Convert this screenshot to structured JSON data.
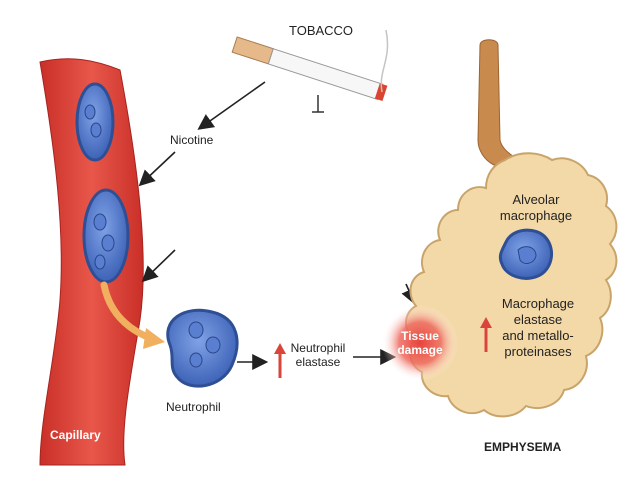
{
  "labels": {
    "tobacco": "TOBACCO",
    "nicotine": "Nicotine",
    "neutrophil": "Neutrophil",
    "neutrophil_elastase_line1": "Neutrophil",
    "neutrophil_elastase_line2": "elastase",
    "tissue_damage_line1": "Tissue",
    "tissue_damage_line2": "damage",
    "alveolar_macrophage_line1": "Alveolar",
    "alveolar_macrophage_line2": "macrophage",
    "macrophage_elastase_line1": "Macrophage",
    "macrophage_elastase_line2": "elastase",
    "macrophage_elastase_line3": "and metallo-",
    "macrophage_elastase_line4": "proteinases",
    "capillary": "Capillary",
    "emphysema": "EMPHYSEMA"
  },
  "colors": {
    "capillary": "#e2443a",
    "cell_fill": "#4a74c9",
    "cell_outline": "#2f4f95",
    "alveolus": "#f4d9a8",
    "alveolus_outline": "#c8a46a",
    "duct": "#c98a4e",
    "tissue_glow": "#e8433d",
    "up_arrow": "#d9453a",
    "migration_arrow": "#f0b060"
  }
}
